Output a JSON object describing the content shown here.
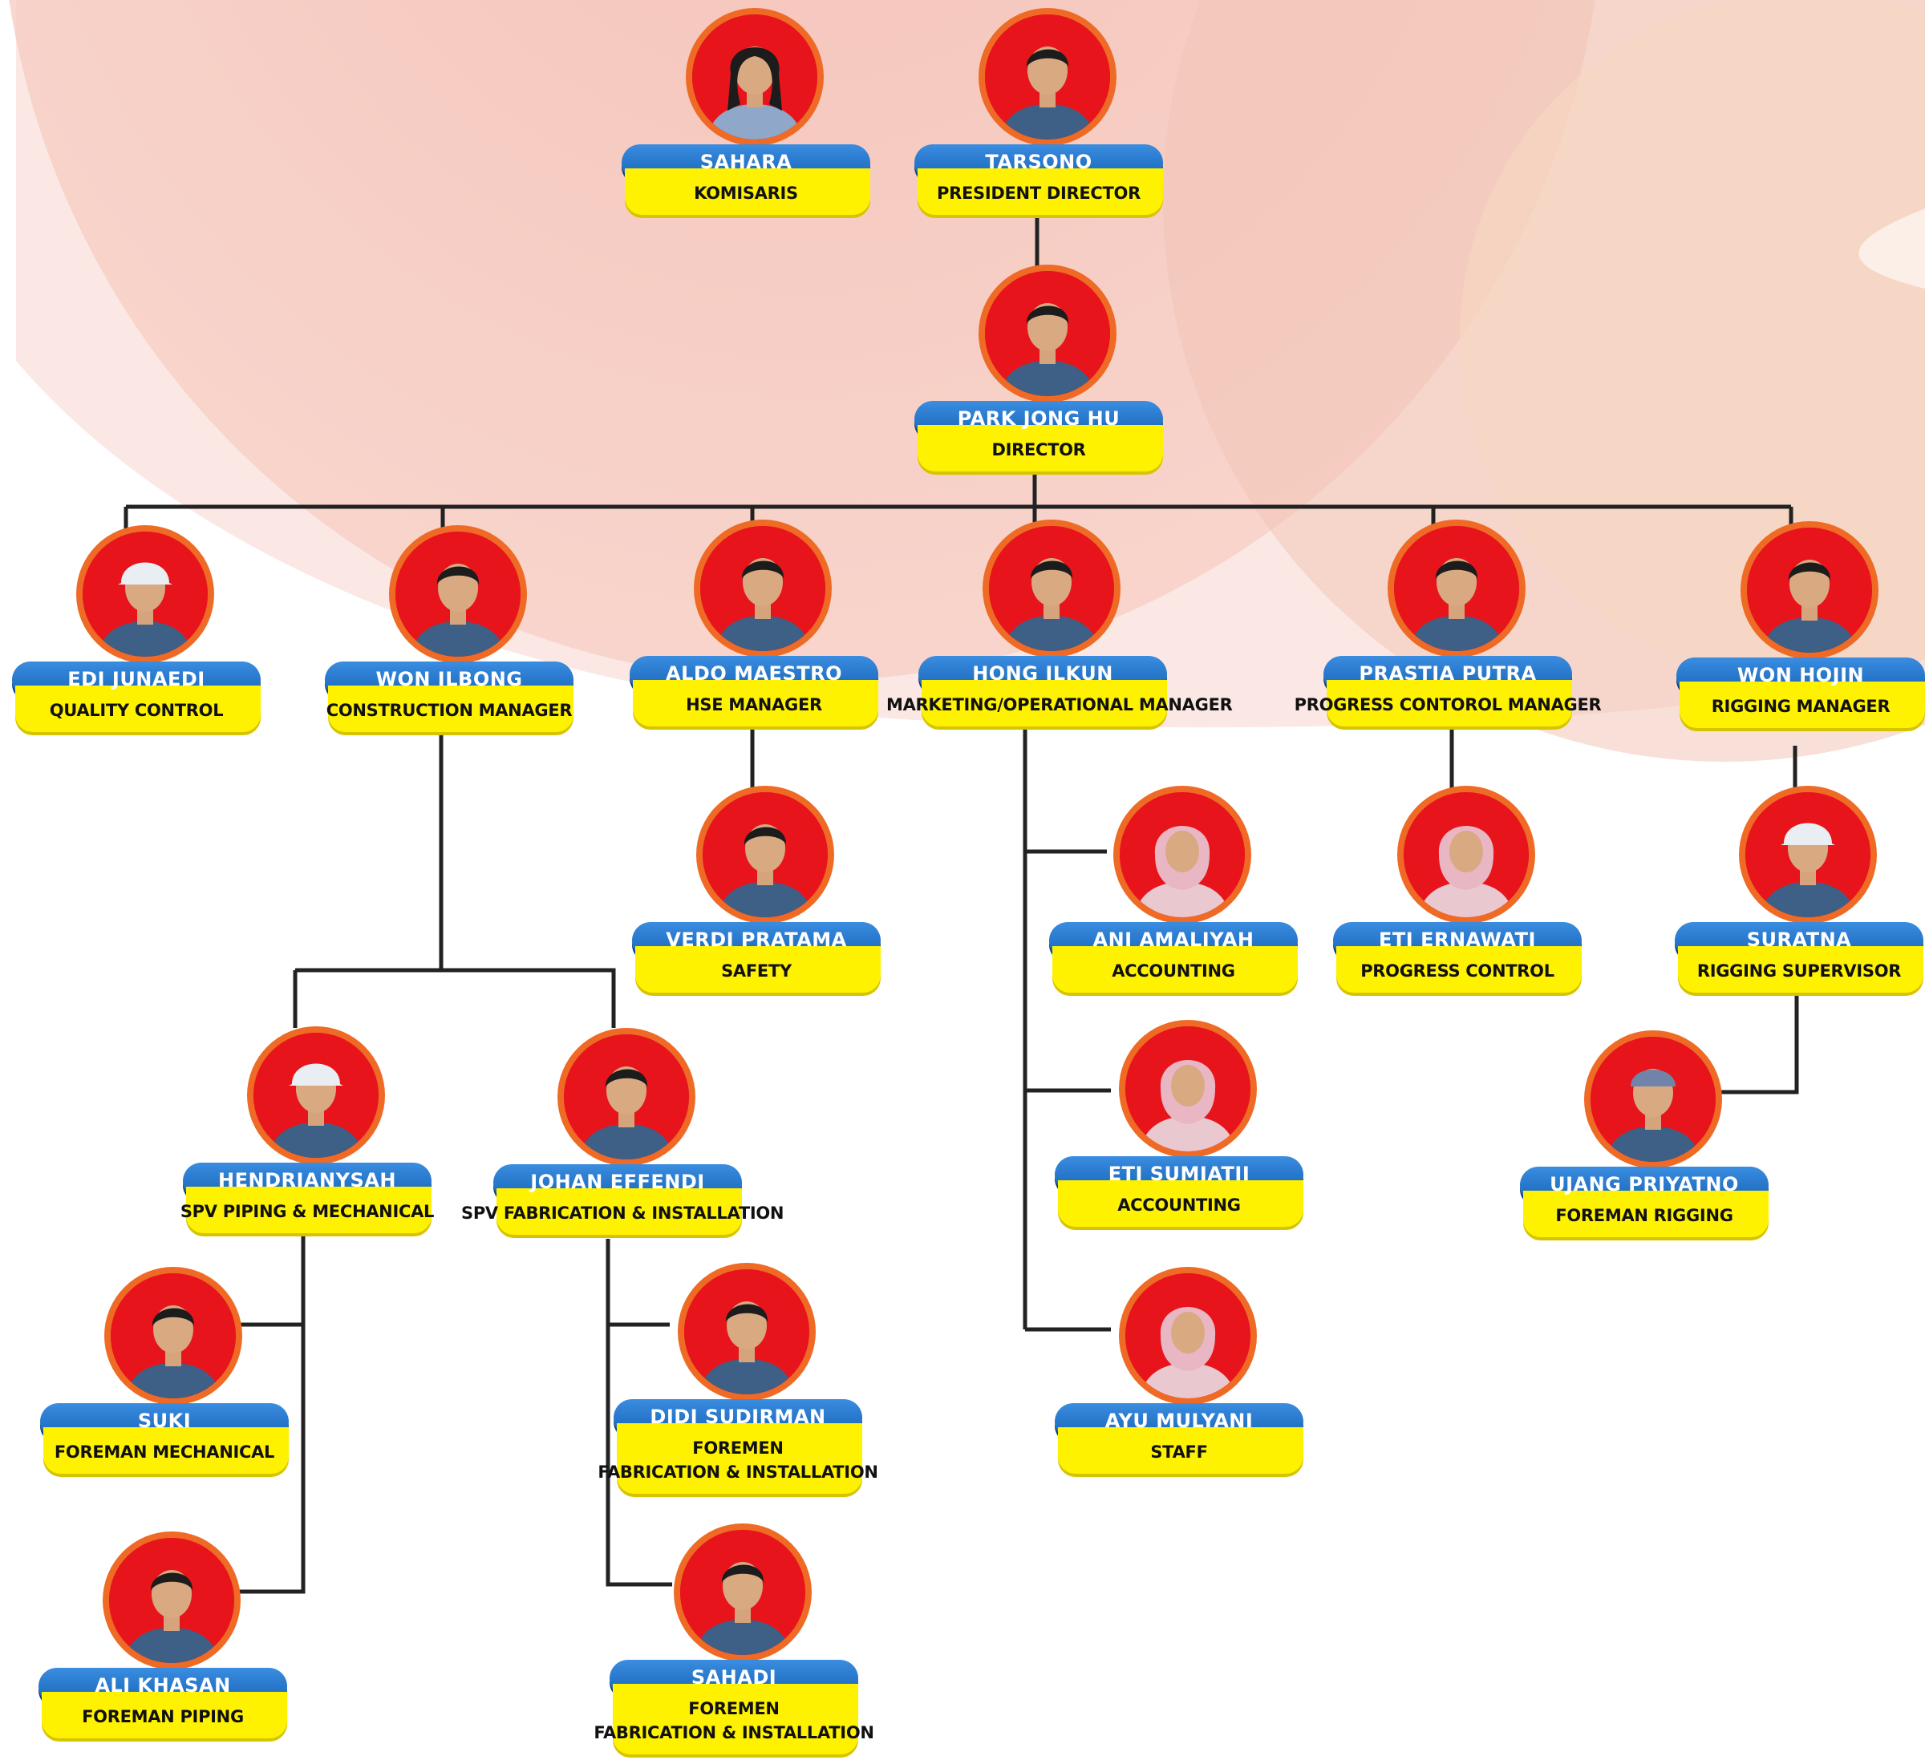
{
  "colors": {
    "photo_background": "#e8141b",
    "ring": "#ee6a25",
    "name_pill": "#1a6fc6",
    "role_bar": "#fff200",
    "connector": "#222222"
  },
  "people": [
    {
      "id": "sahara",
      "name": "SAHARA",
      "role": "KOMISARIS",
      "icon": "avatar-woman-icon"
    },
    {
      "id": "tarsono",
      "name": "TARSONO",
      "role": "PRESIDENT DIRECTOR",
      "icon": "avatar-man-icon"
    },
    {
      "id": "park",
      "name": "PARK JONG HU",
      "role": "DIRECTOR",
      "icon": "avatar-man-icon"
    },
    {
      "id": "edi",
      "name": "EDI JUNAEDI",
      "role": "QUALITY CONTROL",
      "icon": "avatar-man-helmet-icon"
    },
    {
      "id": "wonilbong",
      "name": "WON ILBONG",
      "role": "CONSTRUCTION MANAGER",
      "icon": "avatar-man-icon"
    },
    {
      "id": "aldo",
      "name": "ALDO MAESTRO",
      "role": "HSE MANAGER",
      "icon": "avatar-man-icon"
    },
    {
      "id": "hong",
      "name": "HONG ILKUN",
      "role": "MARKETING/OPERATIONAL MANAGER",
      "icon": "avatar-man-icon"
    },
    {
      "id": "prastia",
      "name": "PRASTIA PUTRA",
      "role": "PROGRESS CONTOROL MANAGER",
      "icon": "avatar-man-icon"
    },
    {
      "id": "wonhojin",
      "name": "WON HOJIN",
      "role": "RIGGING MANAGER",
      "icon": "avatar-man-icon"
    },
    {
      "id": "verdi",
      "name": "VERDI PRATAMA",
      "role": "SAFETY",
      "icon": "avatar-man-icon"
    },
    {
      "id": "ani",
      "name": "ANI AMALIYAH",
      "role": "ACCOUNTING",
      "icon": "avatar-woman-hijab-icon"
    },
    {
      "id": "etie",
      "name": "ETI ERNAWATI",
      "role": "PROGRESS CONTROL",
      "icon": "avatar-woman-hijab-icon"
    },
    {
      "id": "suratna",
      "name": "SURATNA",
      "role": "RIGGING SUPERVISOR",
      "icon": "avatar-man-helmet-icon"
    },
    {
      "id": "etis",
      "name": "ETI SUMIATII",
      "role": "ACCOUNTING",
      "icon": "avatar-woman-hijab-icon"
    },
    {
      "id": "ujang",
      "name": "UJANG PRIYATNO",
      "role": "FOREMAN RIGGING",
      "icon": "avatar-man-cap-icon"
    },
    {
      "id": "hendri",
      "name": "HENDRIANYSAH",
      "role": "SPV PIPING & MECHANICAL",
      "icon": "avatar-man-helmet-icon"
    },
    {
      "id": "johan",
      "name": "JOHAN EFFENDI",
      "role": "SPV FABRICATION & INSTALLATION",
      "icon": "avatar-man-icon"
    },
    {
      "id": "suki",
      "name": "SUKI",
      "role": "FOREMAN MECHANICAL",
      "icon": "avatar-man-icon"
    },
    {
      "id": "didi",
      "name": "DIDI SUDIRMAN",
      "role": "FOREMEN",
      "role_line2": "FABRICATION & INSTALLATION",
      "icon": "avatar-man-icon"
    },
    {
      "id": "ayu",
      "name": "AYU MULYANI",
      "role": "STAFF",
      "icon": "avatar-woman-hijab-icon"
    },
    {
      "id": "ali",
      "name": "ALI KHASAN",
      "role": "FOREMAN PIPING",
      "icon": "avatar-man-icon"
    },
    {
      "id": "sahadi",
      "name": "SAHADI",
      "role": "FOREMEN",
      "role_line2": "FABRICATION & INSTALLATION",
      "icon": "avatar-man-icon"
    }
  ]
}
